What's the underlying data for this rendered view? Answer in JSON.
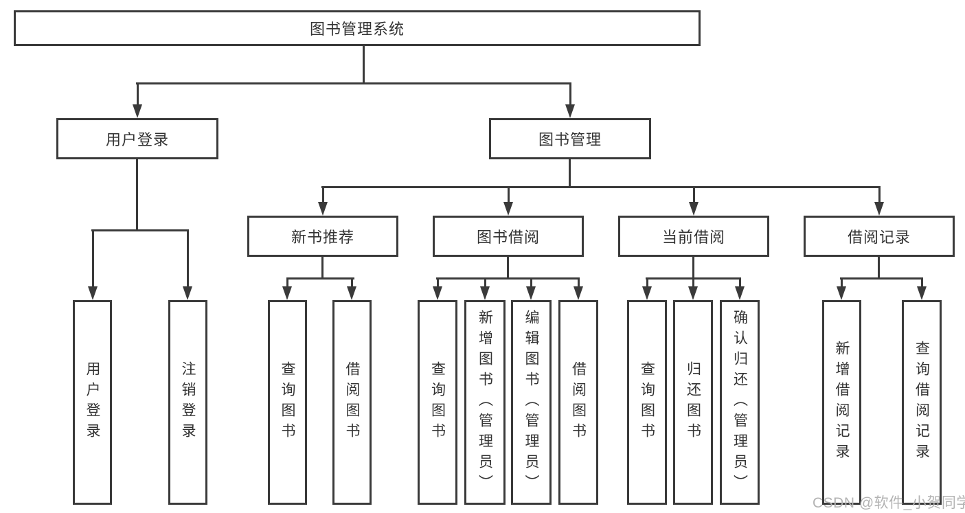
{
  "title_box": {
    "label": "图书管理系统"
  },
  "branches": [
    {
      "label": "用户登录",
      "children": [
        {
          "label": "用户登录"
        },
        {
          "label": "注销登录"
        }
      ]
    },
    {
      "label": "图书管理",
      "children": [
        {
          "label": "新书推荐",
          "children": [
            {
              "label": "查询图书"
            },
            {
              "label": "借阅图书"
            }
          ]
        },
        {
          "label": "图书借阅",
          "children": [
            {
              "label": "查询图书"
            },
            {
              "label": "新增图书（管理员）"
            },
            {
              "label": "编辑图书（管理员）"
            },
            {
              "label": "借阅图书"
            }
          ]
        },
        {
          "label": "当前借阅",
          "children": [
            {
              "label": "查询图书"
            },
            {
              "label": "归还图书"
            },
            {
              "label": "确认归还（管理员）"
            }
          ]
        },
        {
          "label": "借阅记录",
          "children": [
            {
              "label": "新增借阅记录"
            },
            {
              "label": "查询借阅记录"
            }
          ]
        }
      ]
    }
  ],
  "watermark": "CSDN @软件_小贺同学",
  "colors": {
    "line": "#3a3a3a",
    "text": "#333333",
    "watermark": "#b3b3b3",
    "background": "#ffffff"
  }
}
